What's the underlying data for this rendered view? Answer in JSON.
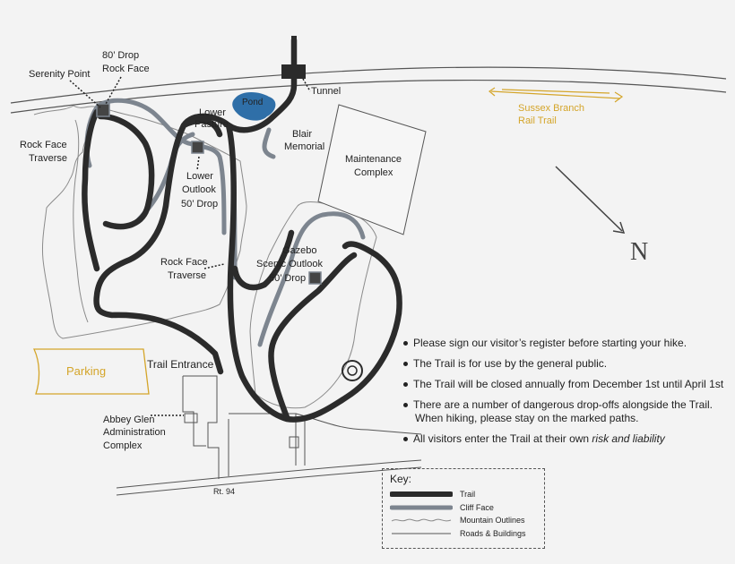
{
  "labels": {
    "serenity_point": "Serenity Point",
    "drop_80_line1": "80’ Drop",
    "drop_80_line2": "Rock Face",
    "tunnel": "Tunnel",
    "pond": "Pond",
    "lower_pasture_line1": "Lower",
    "lower_pasture_line2": "Pasture",
    "blair_line1": "Blair",
    "blair_line2": "Memorial",
    "rock_face_traverse_left_line1": "Rock Face",
    "rock_face_traverse_left_line2": "Traverse",
    "lower_outlook_line1": "Lower",
    "lower_outlook_line2": "Outlook",
    "lower_outlook_line3": "50’ Drop",
    "maintenance_line1": "Maintenance",
    "maintenance_line2": "Complex",
    "sussex_line1": "Sussex Branch",
    "sussex_line2": "Rail Trail",
    "north": "N",
    "gazebo_line1": "Gazebo",
    "gazebo_line2": "Scenic Outlook",
    "gazebo_line3": "50’ Drop",
    "rock_face_traverse_mid_line1": "Rock Face",
    "rock_face_traverse_mid_line2": "Traverse",
    "parking": "Parking",
    "trail_entrance": "Trail Entrance",
    "abbey_line1": "Abbey Glen",
    "abbey_line2": "Administration",
    "abbey_line3": "Complex",
    "rt94": "Rt. 94"
  },
  "notes": {
    "n1": "Please sign our visitor’s register before starting your hike.",
    "n2": "The Trail is for use by the general public.",
    "n3": "The Trail will be closed annually from December 1st until April 1st",
    "n4_line1": "There are a number of dangerous drop-offs alongside the Trail.",
    "n4_line2": "When hiking, please stay on the marked paths.",
    "n5_prefix": "All visitors enter the Trail at their own ",
    "n5_em": "risk and liability"
  },
  "key": {
    "title": "Key:",
    "trail": "Trail",
    "cliff": "Cliff Face",
    "mountain": "Mountain Outlines",
    "roads": "Roads & Buildings"
  },
  "colors": {
    "trail": "#2b2b2b",
    "cliff": "#7d858f",
    "pond": "#2f6fa8",
    "gold": "#d4a52a",
    "roads": "#555555"
  }
}
